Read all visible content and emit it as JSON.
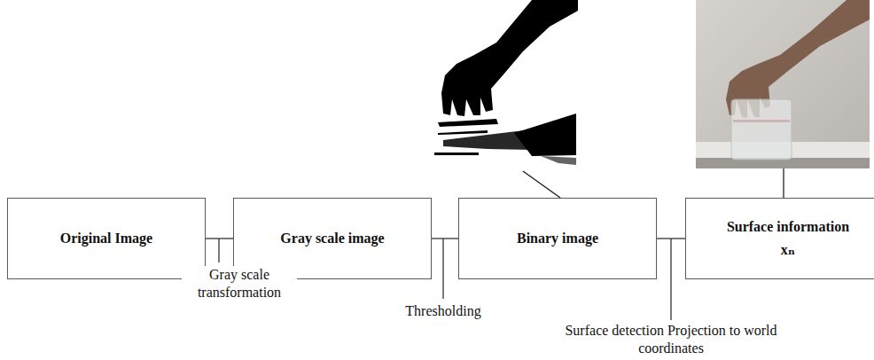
{
  "diagram": {
    "nodes": [
      {
        "text": [
          "Original Image"
        ]
      },
      {
        "text": [
          "Gray scale image"
        ]
      },
      {
        "text": [
          "Binary image"
        ]
      },
      {
        "text": [
          "Surface information",
          "xₙ"
        ]
      }
    ],
    "edges": [
      {
        "from": 0,
        "to": 1,
        "arrow": "none",
        "label": "Gray scale transformation"
      },
      {
        "from": 1,
        "to": 2,
        "arrow": "none",
        "label": "Thresholding"
      },
      {
        "from": 2,
        "to": 3,
        "arrow": "none",
        "label": "Surface detection Projection to world coordinates"
      }
    ]
  }
}
